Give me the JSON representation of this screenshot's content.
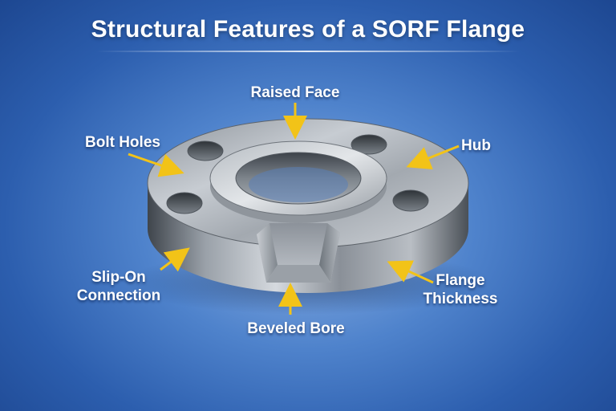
{
  "title": "Structural Features of a SORF Flange",
  "labels": {
    "raised_face": "Raised Face",
    "bolt_holes": "Bolt Holes",
    "hub": "Hub",
    "slip_on_line1": "Slip-On",
    "slip_on_line2": "Connection",
    "flange_thickness_line1": "Flange",
    "flange_thickness_line2": "Thickness",
    "beveled_bore": "Beveled Bore"
  },
  "colors": {
    "arrow": "#f2c318",
    "label_text": "#ffffff",
    "metal_light": "#c9ced4",
    "metal_dark": "#4c5259"
  }
}
